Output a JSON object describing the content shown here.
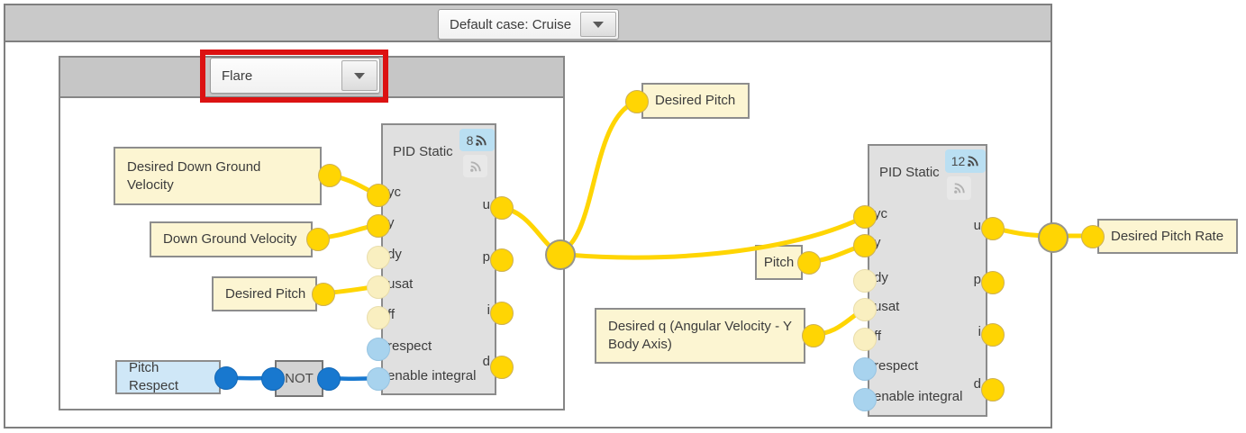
{
  "header": {
    "case_selector": {
      "value": "Default case: Cruise"
    }
  },
  "group": {
    "case_selector": {
      "value": "Flare"
    }
  },
  "pid1": {
    "title": "PID Static",
    "badge_count": "8",
    "badge_icon": "rss-icon",
    "inputs": [
      "yc",
      "y",
      "dy",
      "usat",
      "ff",
      "respect",
      "enable integral"
    ],
    "outputs": [
      "u",
      "p",
      "i",
      "d"
    ]
  },
  "pid2": {
    "title": "PID Static",
    "badge_count": "12",
    "badge_icon": "rss-icon",
    "inputs": [
      "yc",
      "y",
      "dy",
      "usat",
      "ff",
      "respect",
      "enable integral"
    ],
    "outputs": [
      "u",
      "p",
      "i",
      "d"
    ]
  },
  "labels": {
    "desired_down_ground_velocity": "Desired Down Ground Velocity",
    "down_ground_velocity": "Down Ground Velocity",
    "desired_pitch_input": "Desired Pitch",
    "pitch_respect": "Pitch Respect",
    "not_gate": "NOT",
    "desired_pitch_output": "Desired Pitch",
    "pitch": "Pitch",
    "desired_q": "Desired q (Angular Velocity - Y Body Axis)",
    "desired_pitch_rate": "Desired Pitch Rate"
  },
  "colors": {
    "wire_yellow": "#FFD503",
    "wire_blue": "#1878CF",
    "port_pale_yellow": "#F9EFC0",
    "port_light_blue": "#A8D3EE",
    "label_cream": "#FCF5D2",
    "label_blue": "#CFE7F7",
    "block_gray": "#E0E0E0",
    "header_gray": "#C9C9C9",
    "badge_blue": "#BADFF2",
    "highlight_red": "#DC1212"
  }
}
